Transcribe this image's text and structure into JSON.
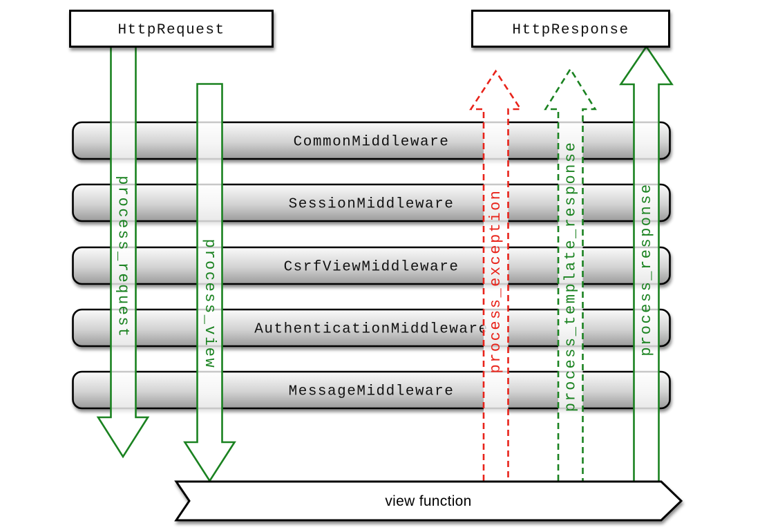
{
  "colors": {
    "green": "#1a8220",
    "red": "#e8231a",
    "ink": "#111111"
  },
  "nodes": {
    "http_request": "HttpRequest",
    "http_response": "HttpResponse",
    "view_function": "view function"
  },
  "middlewares": [
    "CommonMiddleware",
    "SessionMiddleware",
    "CsrfViewMiddleware",
    "AuthenticationMiddleware",
    "MessageMiddleware"
  ],
  "arrows": [
    {
      "id": "process_request",
      "label": "process_request",
      "color": "green",
      "style": "solid",
      "direction": "down"
    },
    {
      "id": "process_view",
      "label": "process_view",
      "color": "green",
      "style": "solid",
      "direction": "down"
    },
    {
      "id": "process_exception",
      "label": "process_exception",
      "color": "red",
      "style": "dashed",
      "direction": "up"
    },
    {
      "id": "process_template_response",
      "label": "process_template_response",
      "color": "green",
      "style": "dashed",
      "direction": "up"
    },
    {
      "id": "process_response",
      "label": "process_response",
      "color": "green",
      "style": "solid",
      "direction": "up"
    }
  ]
}
